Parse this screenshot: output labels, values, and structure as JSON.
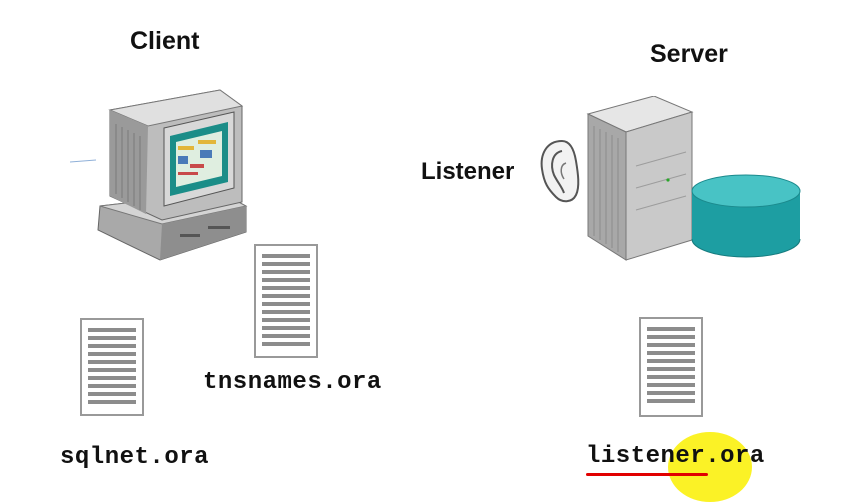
{
  "client": {
    "title": "Client"
  },
  "server": {
    "title": "Server",
    "listener_label": "Listener"
  },
  "files": {
    "sqlnet": "sqlnet.ora",
    "tnsnames": "tnsnames.ora",
    "listener": "listener.ora"
  },
  "icons": {
    "computer": "desktop-computer-icon",
    "server": "server-tower-icon",
    "database": "database-cylinder-icon",
    "ear": "ear-icon",
    "document": "text-document-icon"
  },
  "colors": {
    "database": "#1d9ea2",
    "highlight": "#fbf226",
    "underline": "#e10000",
    "screen": "#1b8d88"
  }
}
